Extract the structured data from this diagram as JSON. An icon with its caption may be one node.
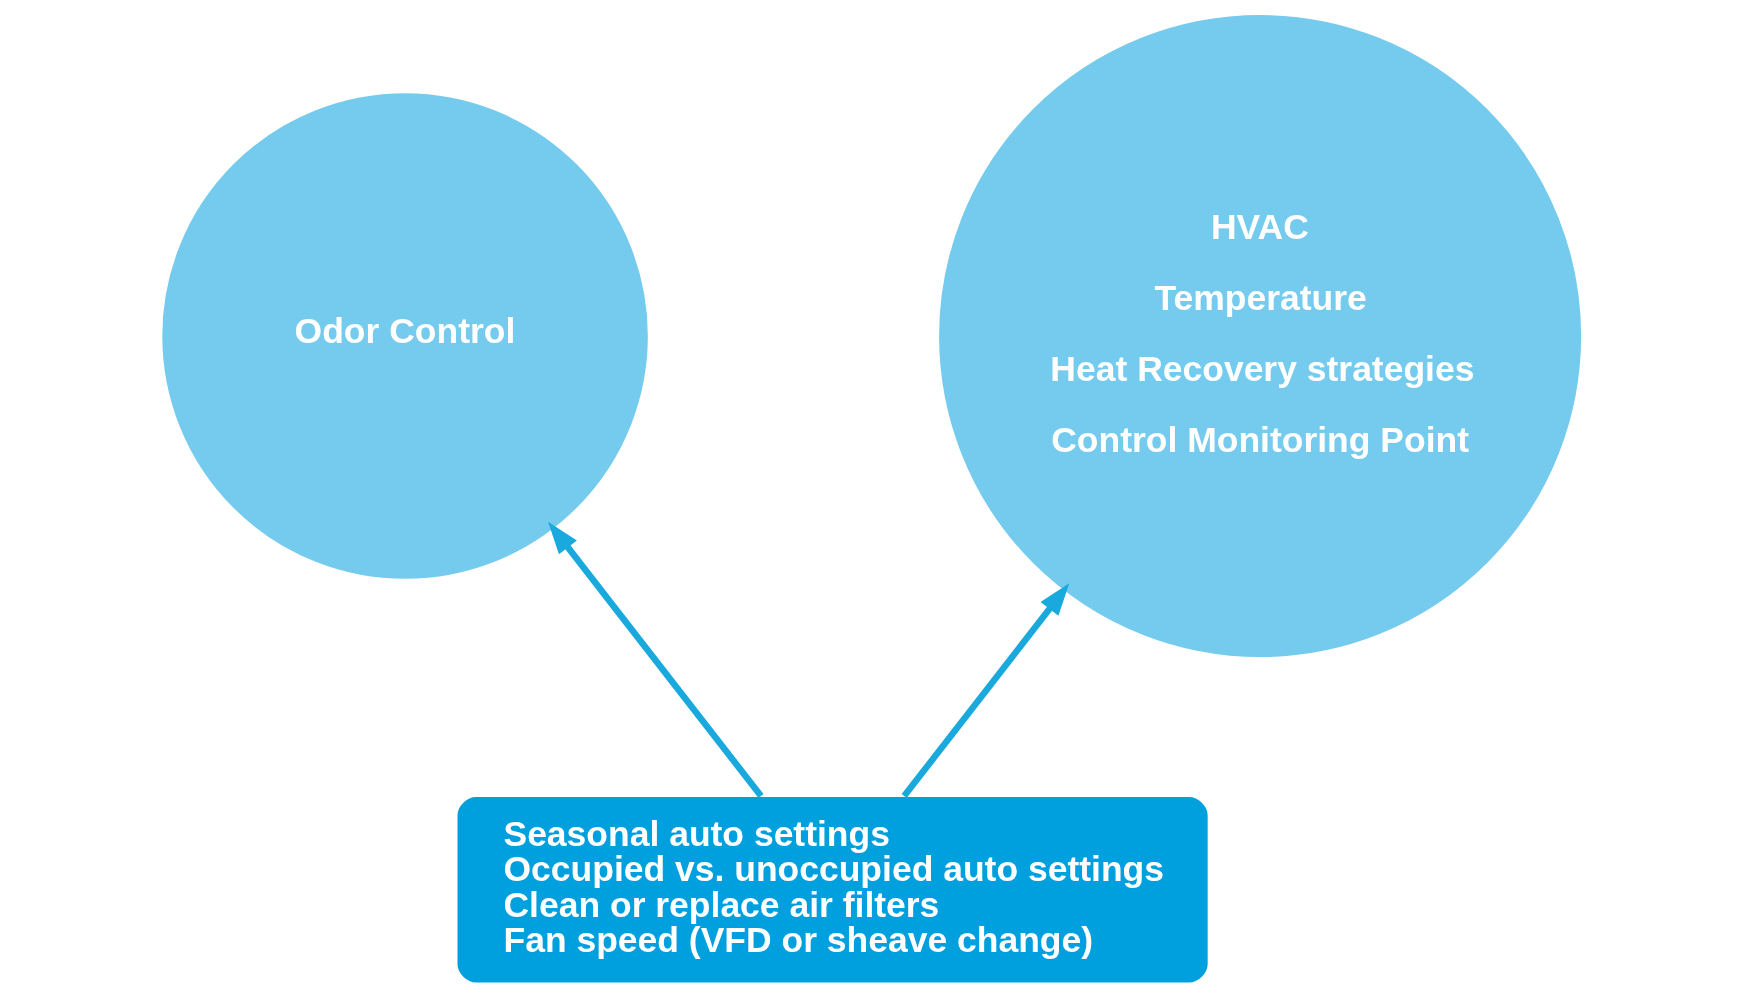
{
  "diagram": {
    "nodes": [
      {
        "text": [
          "Odor Control"
        ]
      },
      {
        "text": [
          "HVAC",
          "Temperature",
          "Heat Recovery strategies",
          "Control Monitoring Point"
        ]
      },
      {
        "text": [
          "Seasonal auto settings",
          "Occupied vs. unoccupied auto settings",
          "Clean or replace air filters",
          "Fan speed (VFD or sheave change)"
        ]
      }
    ],
    "edges": [
      {
        "from": 2,
        "to": 0,
        "arrow": "to"
      },
      {
        "from": 2,
        "to": 1,
        "arrow": "to"
      }
    ]
  }
}
